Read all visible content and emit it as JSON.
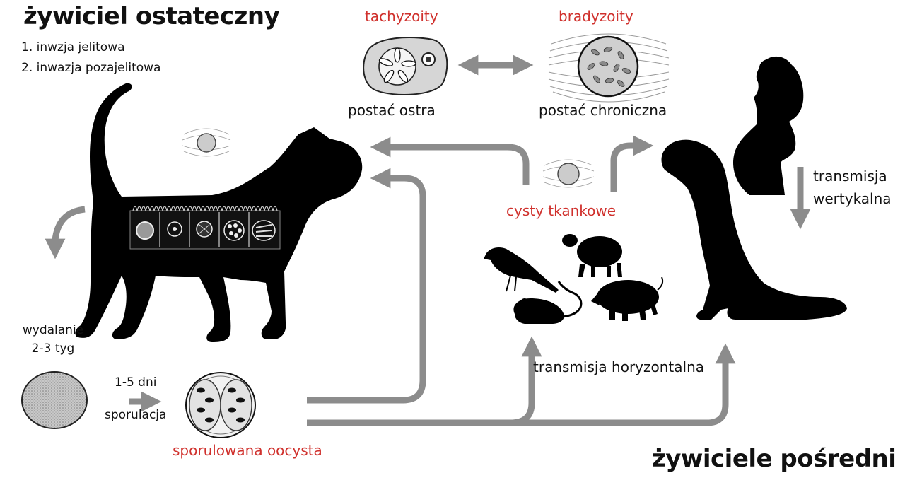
{
  "definitive_host": {
    "title": "żywiciel ostateczny",
    "invasions": [
      "1. inwzja jelitowa",
      "2. inwazja pozajelitowa"
    ]
  },
  "intermediate_hosts": {
    "title": "żywiciele pośredni"
  },
  "stages": {
    "tachyzoites": {
      "label": "tachyzoity",
      "caption": "postać ostra"
    },
    "bradyzoites": {
      "label": "bradyzoity",
      "caption": "postać chroniczna"
    },
    "tissue_cysts": "cysty tkankowe",
    "sporulated_oocyst": "sporulowana oocysta"
  },
  "shedding": {
    "line1": "wydalanie",
    "line2": "2-3 tyg"
  },
  "sporulation": {
    "duration": "1-5 dni",
    "label": "sporulacja"
  },
  "transmission": {
    "horizontal": "transmisja horyzontalna",
    "vertical_line1": "transmisja",
    "vertical_line2": "wertykalna"
  },
  "colors": {
    "accent_red": "#d0312d",
    "arrow_gray": "#8c8c8c",
    "silhouette": "#000000"
  },
  "icons": [
    "cat-silhouette",
    "dog-silhouette",
    "pregnant-woman-silhouette",
    "bird-silhouette",
    "mouse-silhouette",
    "sheep-silhouette",
    "pig-silhouette"
  ]
}
